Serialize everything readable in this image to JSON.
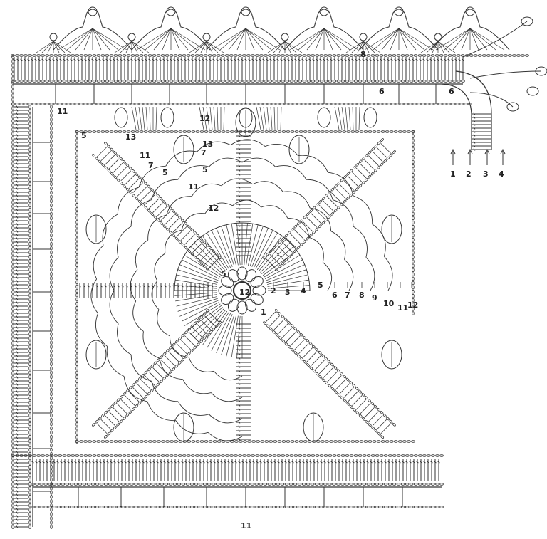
{
  "diagram": {
    "ink_color": "#333333",
    "paper_color": "#ffffff",
    "center_label": "12",
    "center_label_2": "1",
    "diagonal_round_labels": [
      "2",
      "3",
      "4",
      "5",
      "6",
      "7",
      "8",
      "9",
      "10",
      "11",
      "12"
    ],
    "corner_round_labels": [
      "1",
      "2",
      "3",
      "4"
    ],
    "edge_labels": {
      "top_round": "8",
      "top_left_col": "11",
      "top_center": "12",
      "left_mid_5": "5",
      "left_mid_13": "13",
      "side_5a": "5",
      "side_5b": "5",
      "side_7a": "7",
      "side_7b": "7",
      "side_11a": "11",
      "side_11b": "11",
      "side_13": "13",
      "side_12": "12",
      "side_6a": "6",
      "side_6b": "6",
      "center_5": "5",
      "bottom_11": "11"
    }
  }
}
